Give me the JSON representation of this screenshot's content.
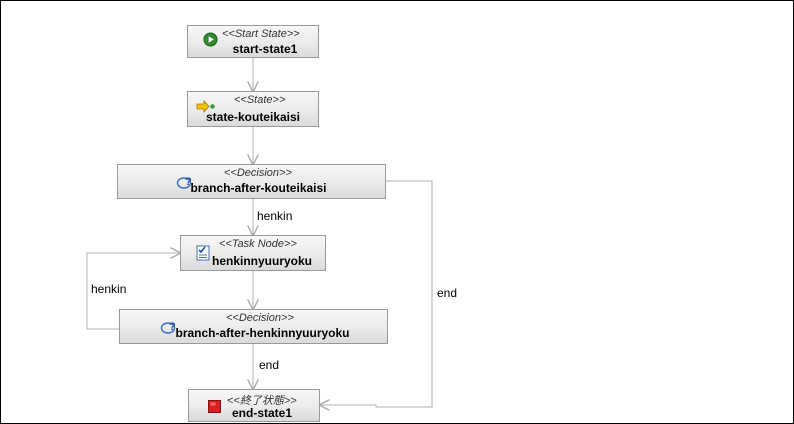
{
  "nodes": {
    "start": {
      "stereotype": "<<Start State>>",
      "name": "start-state1"
    },
    "state": {
      "stereotype": "<<State>>",
      "name": "state-kouteikaisi"
    },
    "decision1": {
      "stereotype": "<<Decision>>",
      "name": "branch-after-kouteikaisi"
    },
    "task": {
      "stereotype": "<<Task Node>>",
      "name": "henkinnyuuryoku"
    },
    "decision2": {
      "stereotype": "<<Decision>>",
      "name": "branch-after-henkinnyuuryoku"
    },
    "end": {
      "stereotype": "<<終了状態>>",
      "name": "end-state1"
    }
  },
  "transitions": {
    "decision1_to_task": "henkin",
    "decision1_to_end": "end",
    "decision2_to_task": "henkin",
    "decision2_to_end": "end"
  },
  "colors": {
    "edge": "#b0b0b0",
    "start_icon": "#2e8b2e",
    "end_icon": "#d42020"
  }
}
